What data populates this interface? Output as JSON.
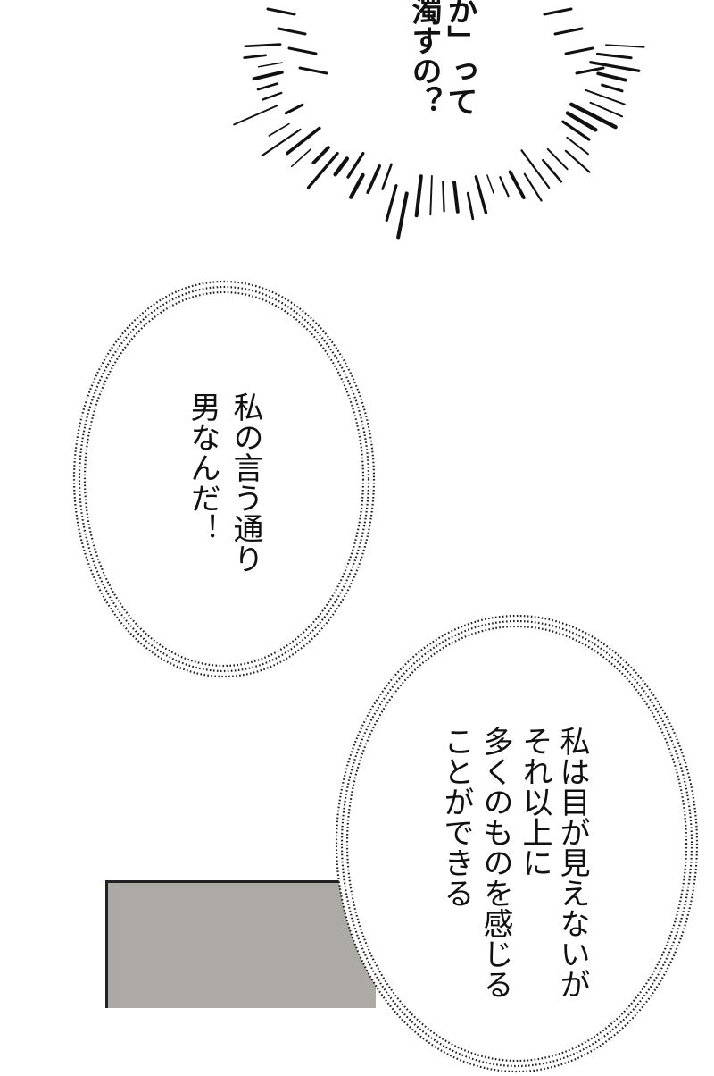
{
  "shout": {
    "col1": "か」って",
    "col2": "濁すの？"
  },
  "bubble1": {
    "col1": "私の言う通り",
    "col2": "男なんだ！"
  },
  "bubble2": {
    "col1": "私は目が見えないが",
    "col2": "それ以上に",
    "col3": "多くのものを感じる",
    "col4": "ことができる"
  },
  "colors": {
    "ink": "#111111",
    "panel_gray": "#adaaa5"
  }
}
